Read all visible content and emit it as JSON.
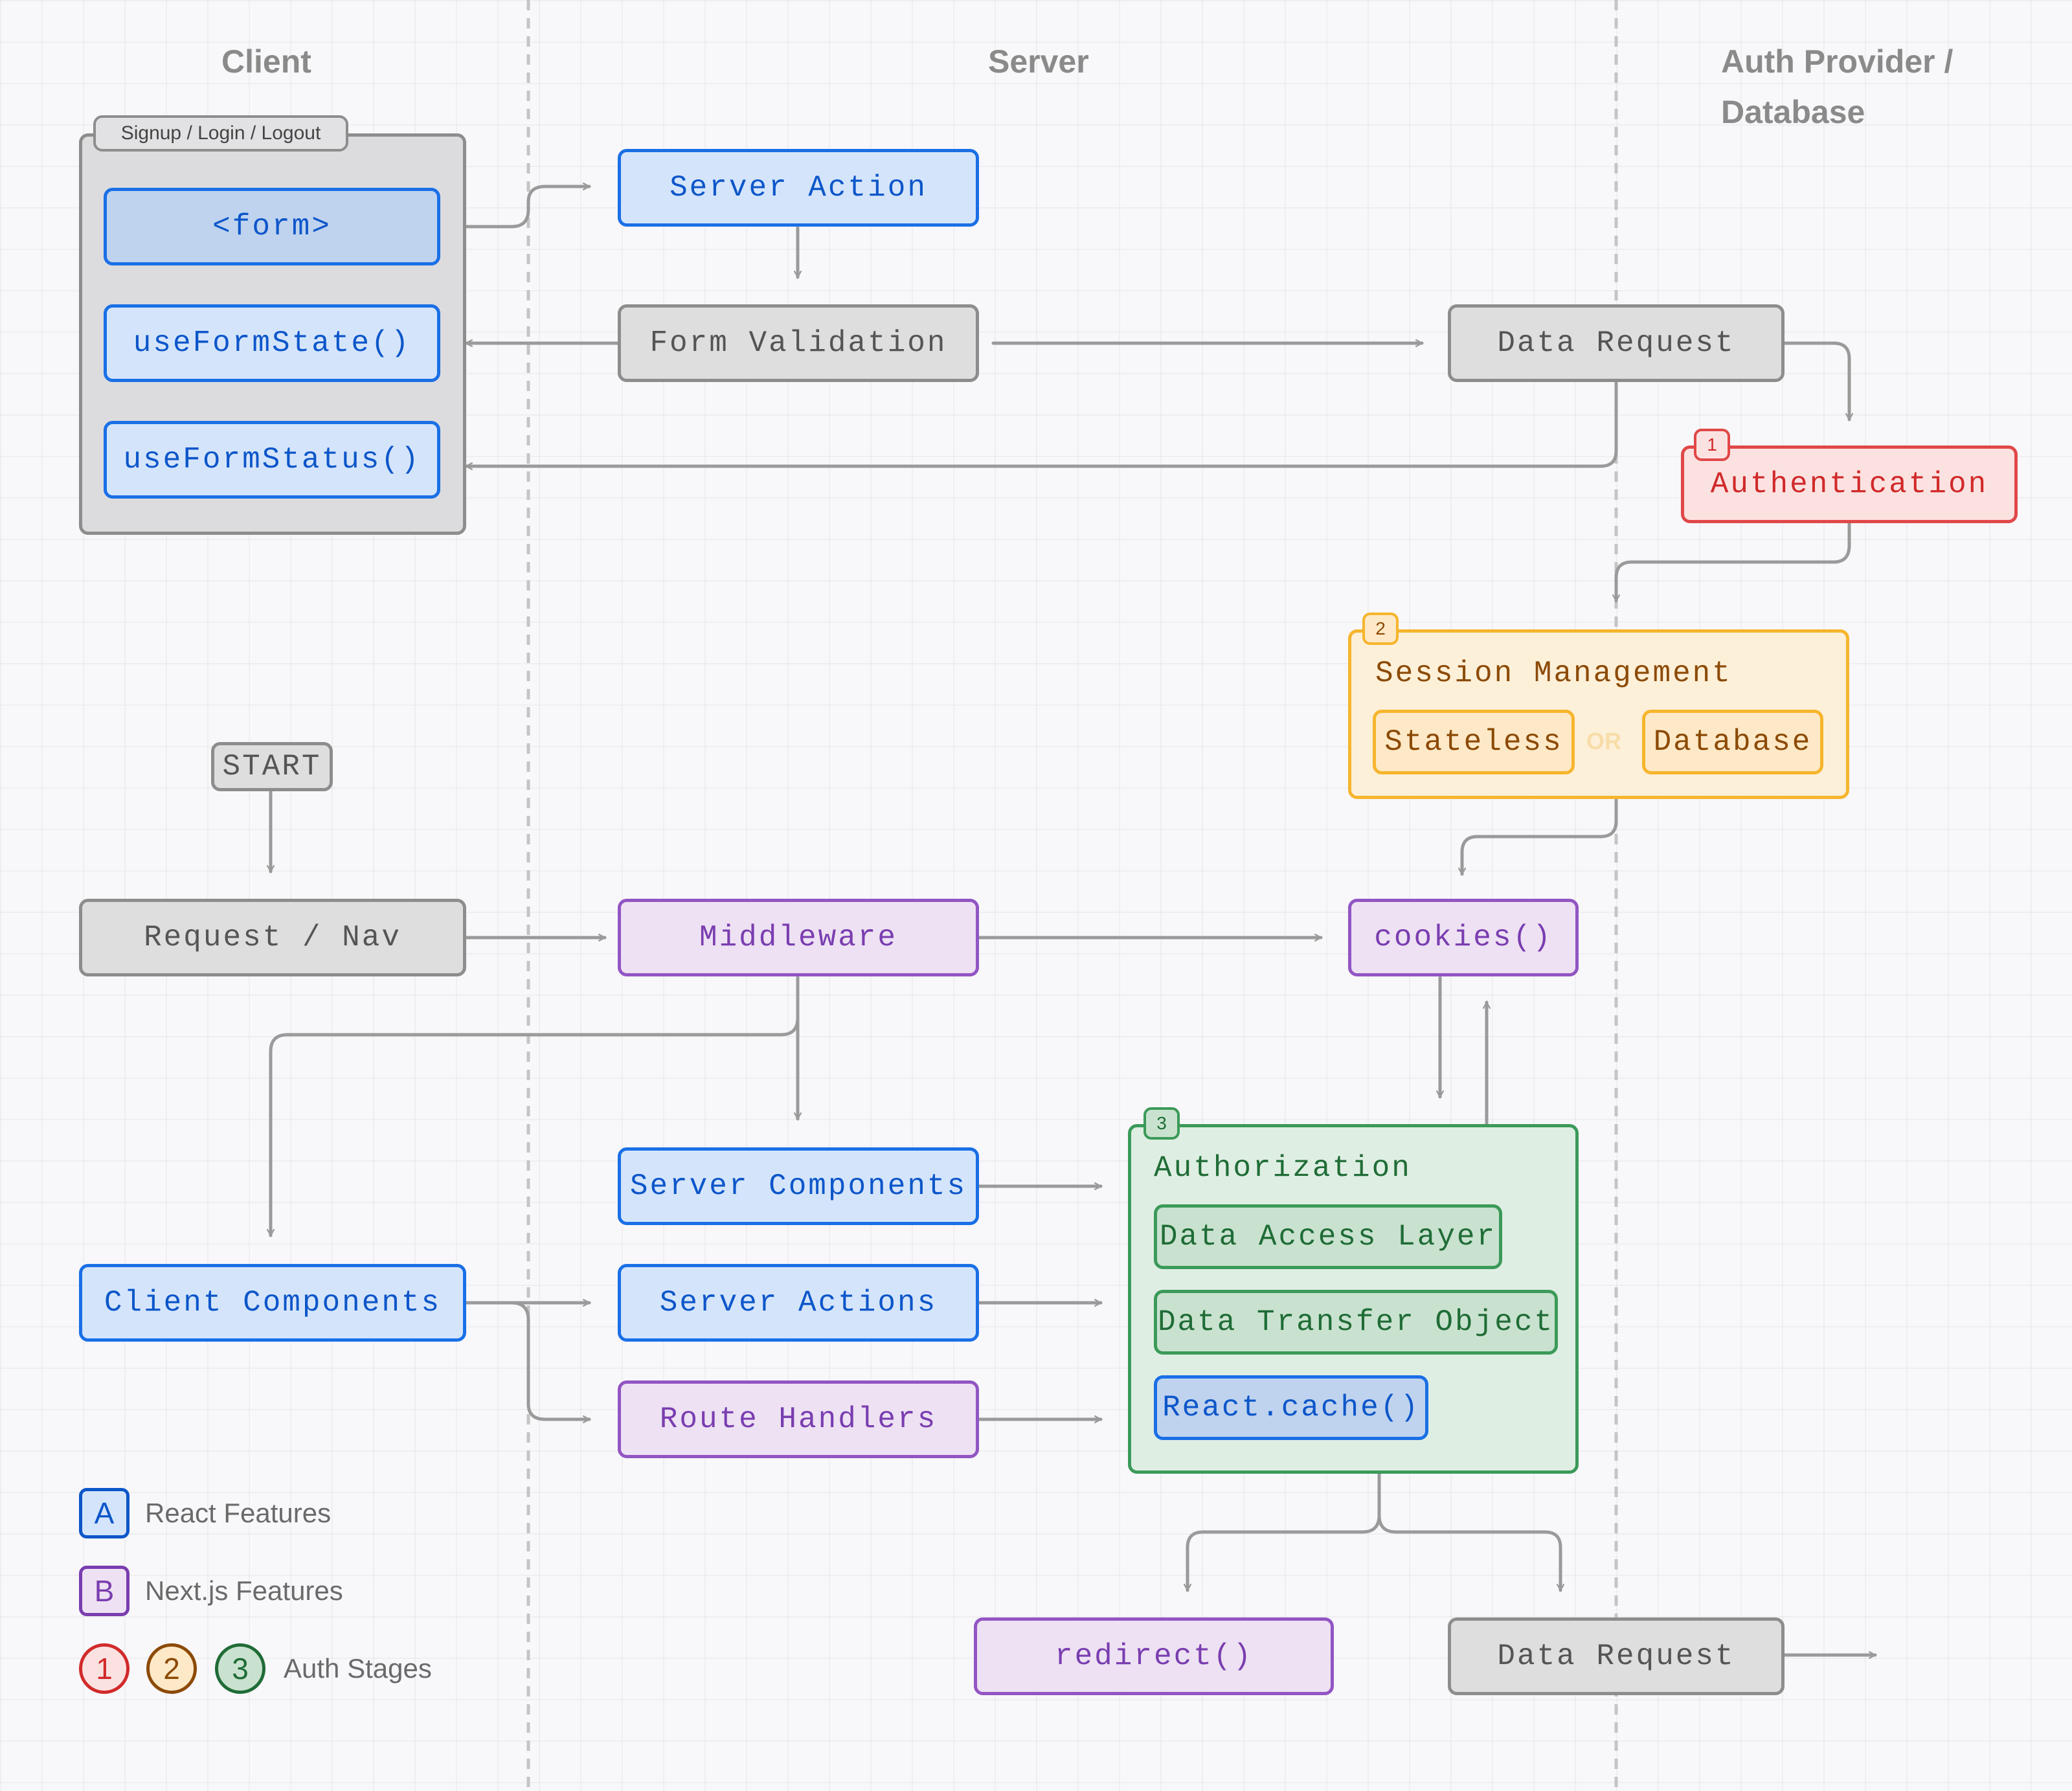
{
  "columns": {
    "client": "Client",
    "server": "Server",
    "auth_line1": "Auth Provider /",
    "auth_line2": "Database"
  },
  "auth_group": {
    "tab_label": "Signup / Login / Logout",
    "form": "<form>",
    "use_form_state": "useFormState()",
    "use_form_status": "useFormStatus()"
  },
  "server_action": "Server Action",
  "form_validation": "Form Validation",
  "data_request_top": "Data Request",
  "authentication": {
    "badge": "1",
    "label": "Authentication"
  },
  "session_management": {
    "badge": "2",
    "title": "Session Management",
    "stateless": "Stateless",
    "or": "OR",
    "database": "Database"
  },
  "start": "START",
  "request_nav": "Request / Nav",
  "middleware": "Middleware",
  "cookies": "cookies()",
  "server_components": "Server Components",
  "client_components": "Client Components",
  "server_actions": "Server Actions",
  "route_handlers": "Route Handlers",
  "authorization": {
    "badge": "3",
    "title": "Authorization",
    "data_access_layer": "Data Access Layer",
    "data_transfer_object": "Data Transfer Object",
    "react_cache": "React.cache()"
  },
  "redirect": "redirect()",
  "data_request_bottom": "Data Request",
  "legend": {
    "react_letter": "A",
    "react_label": "React Features",
    "next_letter": "B",
    "next_label": "Next.js Features",
    "stage1": "1",
    "stage2": "2",
    "stage3": "3",
    "stages_label": "Auth Stages"
  },
  "colors": {
    "react_blue": "#1a6fe6",
    "next_purple": "#9255c3",
    "stage1_red": "#e04848",
    "stage2_orange": "#f6b52d",
    "stage3_green": "#3b9a59",
    "neutral_gray": "#8d8d8d"
  }
}
